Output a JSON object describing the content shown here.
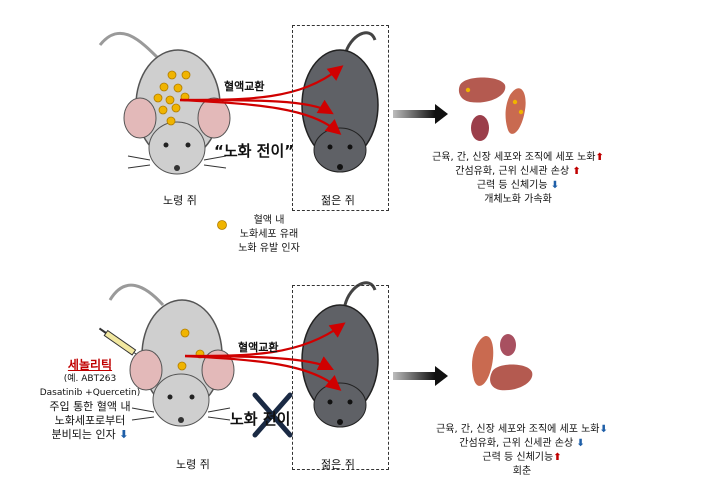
{
  "top": {
    "exchange_label": "혈액교환",
    "transfer_label": "“노화 전이”",
    "old_mouse_label": "노령 쥐",
    "young_mouse_label": "젊은 쥐",
    "legend": [
      "혈액 내",
      "노화세포 유래",
      "노화 유발 인자"
    ],
    "effects": [
      {
        "text": "근육, 간, 신장 세포와 조직에 세포 노화",
        "arrow": "up"
      },
      {
        "text": "간섬유화, 근위 신세관 손상",
        "arrow": "up"
      },
      {
        "text": "근력 등 신체기능",
        "arrow": "down"
      },
      {
        "text": "개체노화 가속화",
        "arrow": ""
      }
    ]
  },
  "bottom": {
    "exchange_label": "혈액교환",
    "transfer_label": "노화 전이",
    "old_mouse_label": "노령 쥐",
    "young_mouse_label": "젊은 쥐",
    "senolytic_title": "세놀리틱",
    "senolytic_lines": [
      "(예. ABT263",
      "Dasatinib +Quercetin)",
      "주입 통한 혈액 내",
      "노화세포로부터",
      "분비되는 인자"
    ],
    "senolytic_arrow": "down",
    "effects": [
      {
        "text": "근육, 간, 신장 세포와 조직에 세포 노화",
        "arrow": "down"
      },
      {
        "text": "간섬유화, 근위 신세관 손상",
        "arrow": "down"
      },
      {
        "text": "근력 등 신체기능",
        "arrow": "up"
      },
      {
        "text": "회춘",
        "arrow": ""
      }
    ]
  },
  "arrow_glyphs": {
    "up": "⬆",
    "down": "⬇"
  },
  "colors": {
    "old_mouse": "#cfcfcf",
    "young_mouse": "#5f6166",
    "factor": "#f0b400",
    "blood_line": "#d00000",
    "up": "#c00000",
    "down": "#1f5fa8"
  }
}
